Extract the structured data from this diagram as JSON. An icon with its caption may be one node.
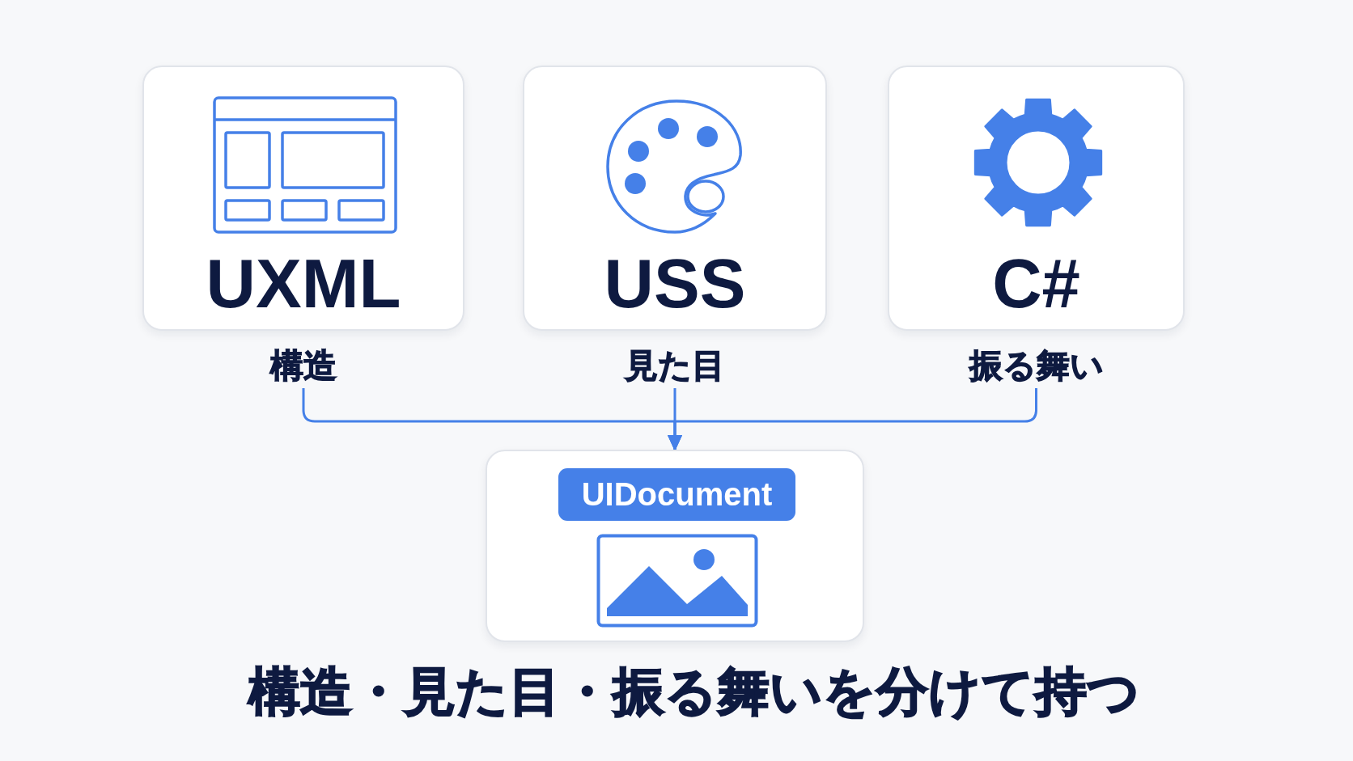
{
  "diagram": {
    "caption": "構造・見た目・振る舞いを分けて持つ",
    "nodes": [
      {
        "text": [
          "UXML"
        ],
        "beside": [
          "構造"
        ]
      },
      {
        "text": [
          "USS"
        ],
        "beside": [
          "見た目"
        ]
      },
      {
        "text": [
          "C#"
        ],
        "beside": [
          "振る舞い"
        ]
      },
      {
        "text": [],
        "shape": "box"
      },
      {
        "text": [
          "UIDocument"
        ],
        "in": 3
      }
    ],
    "edges": [
      {
        "from": 0,
        "to": 3,
        "arrow": "to"
      },
      {
        "from": 1,
        "to": 3,
        "arrow": "to"
      },
      {
        "from": 2,
        "to": 3,
        "arrow": "to"
      }
    ]
  }
}
